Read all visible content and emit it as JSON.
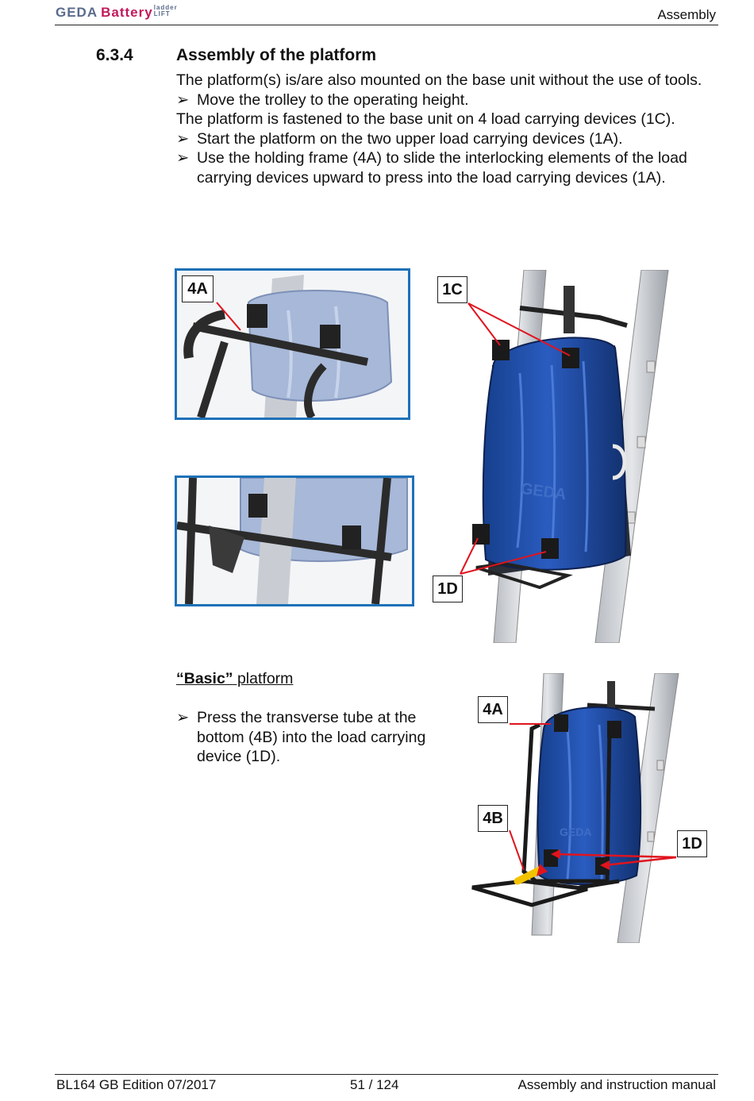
{
  "header": {
    "logo": {
      "geda": "GEDA",
      "battery": "Battery",
      "ladder": "ladder",
      "lift": "LIFT"
    },
    "section": "Assembly"
  },
  "section": {
    "number": "6.3.4",
    "title": "Assembly of the platform"
  },
  "body": {
    "p1": "The platform(s) is/are also mounted on the base unit without the use of tools.",
    "b1": "Move the trolley to the operating height.",
    "p2": "The platform is fastened to the base unit on 4 load carrying devices (1C).",
    "b2": "Start the platform on the two upper load carrying devices (1A).",
    "b3": "Use the holding frame (4A) to slide the interlocking elements of the load carrying devices upward to press into the load carrying devices (1A).",
    "arrow": "➢"
  },
  "figure1": {
    "callout_4a": "4A",
    "callout_1c": "1C",
    "callout_1d": "1D",
    "logo_text": "GEDA"
  },
  "basic": {
    "heading_bold": "“Basic”",
    "heading_rest": " platform",
    "b1": "Press the transverse tube at the bottom (4B) into the load carrying device (1D)."
  },
  "figure2": {
    "callout_4a": "4A",
    "callout_4b": "4B",
    "callout_1d": "1D",
    "logo_text": "GEDA"
  },
  "footer": {
    "left": "BL164 GB Edition 07/2017",
    "center": "51 / 124",
    "right": "Assembly and instruction manual"
  },
  "colors": {
    "accent_blue": "#1d71b8",
    "platform_blue": "#1f4fa8",
    "arrow_red": "#e0141e"
  }
}
